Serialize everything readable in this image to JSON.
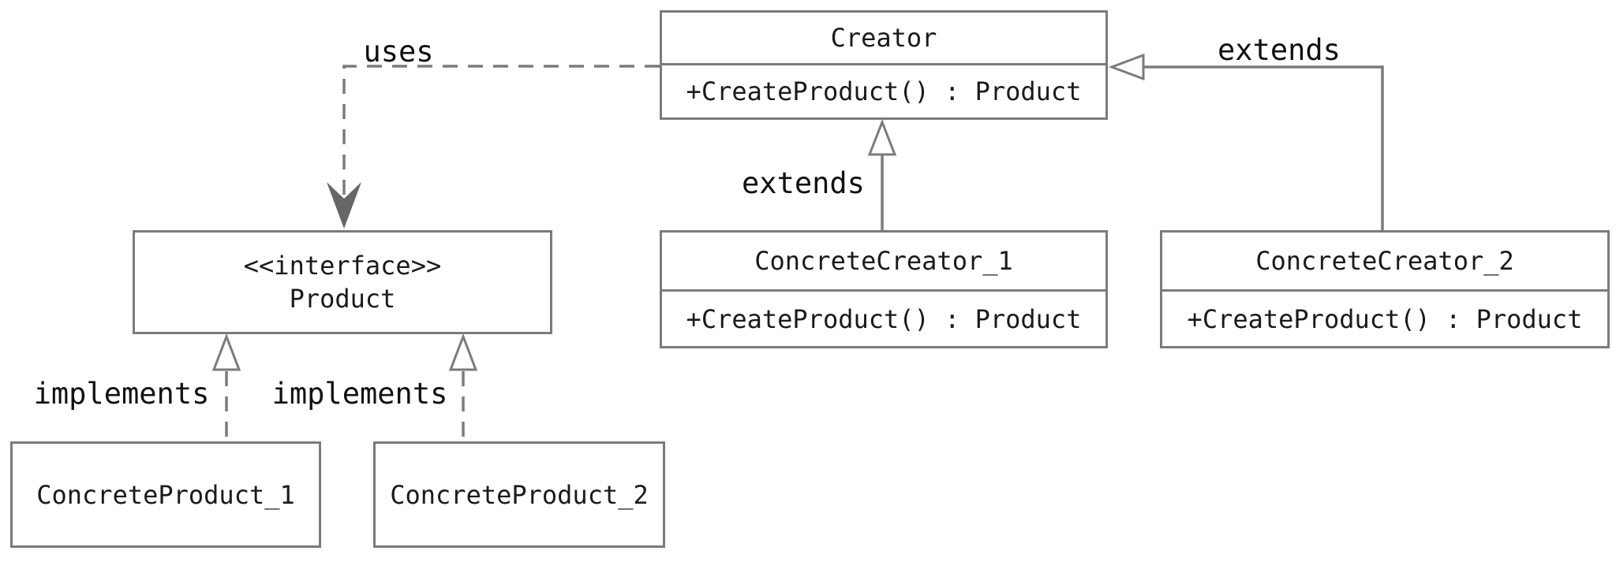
{
  "diagram": {
    "classes": {
      "creator": {
        "title": "Creator",
        "method": "+CreateProduct() : Product"
      },
      "concrete_creator_1": {
        "title": "ConcreteCreator_1",
        "method": "+CreateProduct() : Product"
      },
      "concrete_creator_2": {
        "title": "ConcreteCreator_2",
        "method": "+CreateProduct() : Product"
      },
      "product": {
        "stereotype": "<<interface>>",
        "title": "Product"
      },
      "concrete_product_1": {
        "title": "ConcreteProduct_1"
      },
      "concrete_product_2": {
        "title": "ConcreteProduct_2"
      }
    },
    "labels": {
      "uses": "uses",
      "extends_1": "extends",
      "extends_2": "extends",
      "implements_1": "implements",
      "implements_2": "implements"
    },
    "colors": {
      "box_border": "#7b7b7b",
      "connector_line": "#7b7b7b",
      "uses_arrow_fill": "#666666",
      "text": "#1a1a1a",
      "background": "#ffffff"
    }
  }
}
